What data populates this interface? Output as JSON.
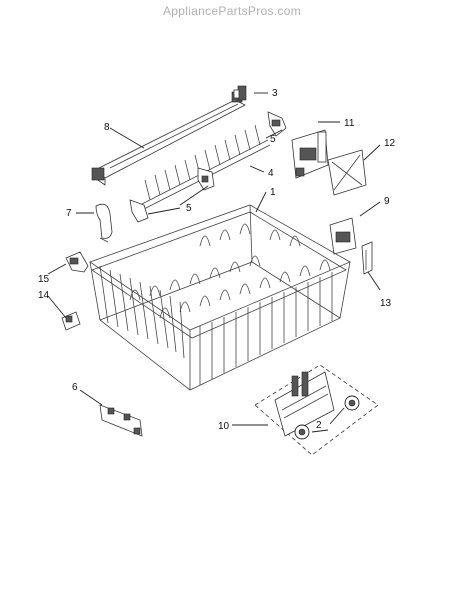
{
  "watermark": "AppliancePartsPros.com",
  "callouts": [
    "3",
    "8",
    "11",
    "5",
    "4",
    "12",
    "1",
    "5",
    "7",
    "9",
    "15",
    "14",
    "13",
    "6",
    "10",
    "2"
  ]
}
